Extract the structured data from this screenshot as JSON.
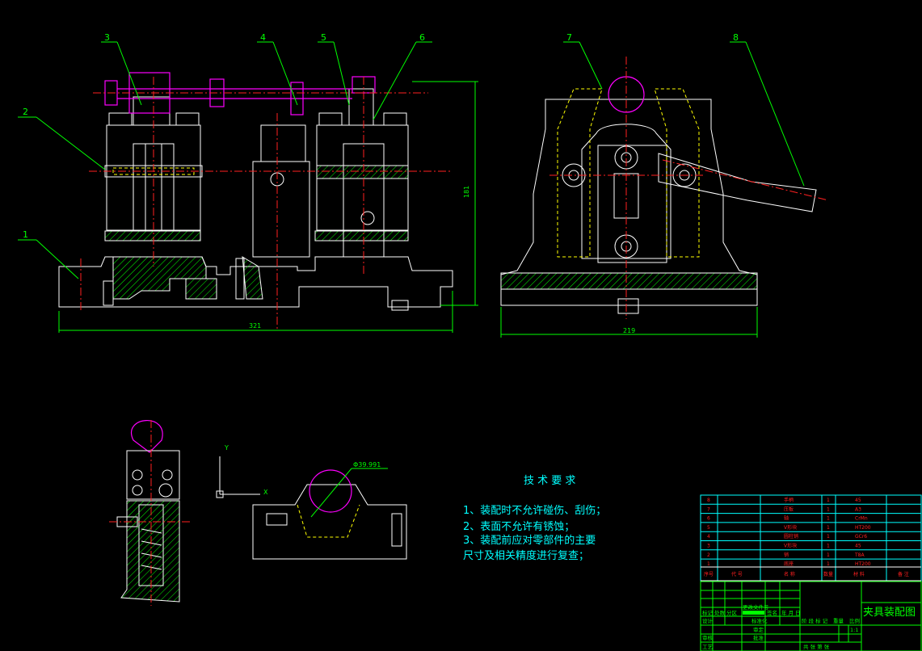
{
  "drawing": {
    "title": "夹具装配图",
    "balloons": [
      "1",
      "2",
      "3",
      "4",
      "5",
      "6",
      "7",
      "8"
    ],
    "dimensions": {
      "front_width": "321",
      "front_height": "181",
      "side_width": "219",
      "diameter": "Φ39.991"
    },
    "ucs": {
      "x_label": "X",
      "y_label": "Y"
    },
    "colors": {
      "outline": "#ffffff",
      "dimension": "#00ff00",
      "centerline": "#ff2020",
      "phantom": "#ff00ff",
      "hidden": "#ffff00",
      "table": "#00ffff"
    }
  },
  "tech_requirements": {
    "heading": "技 术 要 求",
    "lines": [
      "1、装配时不允许碰伤、刮伤；",
      "2、表面不允许有锈蚀；",
      "3、装配前应对零部件的主要",
      "尺寸及相关精度进行复查；"
    ]
  },
  "parts_list": {
    "headers": {
      "no": "序号",
      "code": "代 号",
      "name": "名 称",
      "qty": "数量",
      "material": "材 料",
      "note": "备 注"
    },
    "rows": [
      {
        "no": "8",
        "name": "手柄",
        "qty": "1",
        "material": "45"
      },
      {
        "no": "7",
        "name": "压板",
        "qty": "1",
        "material": "A3"
      },
      {
        "no": "6",
        "name": "轴",
        "qty": "1",
        "material": "CrMn"
      },
      {
        "no": "5",
        "name": "V形块",
        "qty": "1",
        "material": "HT200"
      },
      {
        "no": "4",
        "name": "圆柱销",
        "qty": "1",
        "material": "GCr6"
      },
      {
        "no": "3",
        "name": "V形块",
        "qty": "1",
        "material": "45"
      },
      {
        "no": "2",
        "name": "销",
        "qty": "1",
        "material": "T8A"
      },
      {
        "no": "1",
        "name": "底座",
        "qty": "1",
        "material": "HT200"
      }
    ]
  },
  "title_block": {
    "labels": {
      "mark": "标记",
      "count": "处数",
      "zone": "分区",
      "change_doc": "更改文件号",
      "signature": "签名",
      "date": "年 月 日",
      "design": "设计",
      "standard": "标准化",
      "check": "审核",
      "process": "工艺",
      "review": "审定",
      "approve": "批准",
      "stage_mark": "阶 段 标 记",
      "weight": "重量",
      "scale": "比例",
      "scale_value": "1:1",
      "sheets": "共    张 第    张"
    }
  }
}
